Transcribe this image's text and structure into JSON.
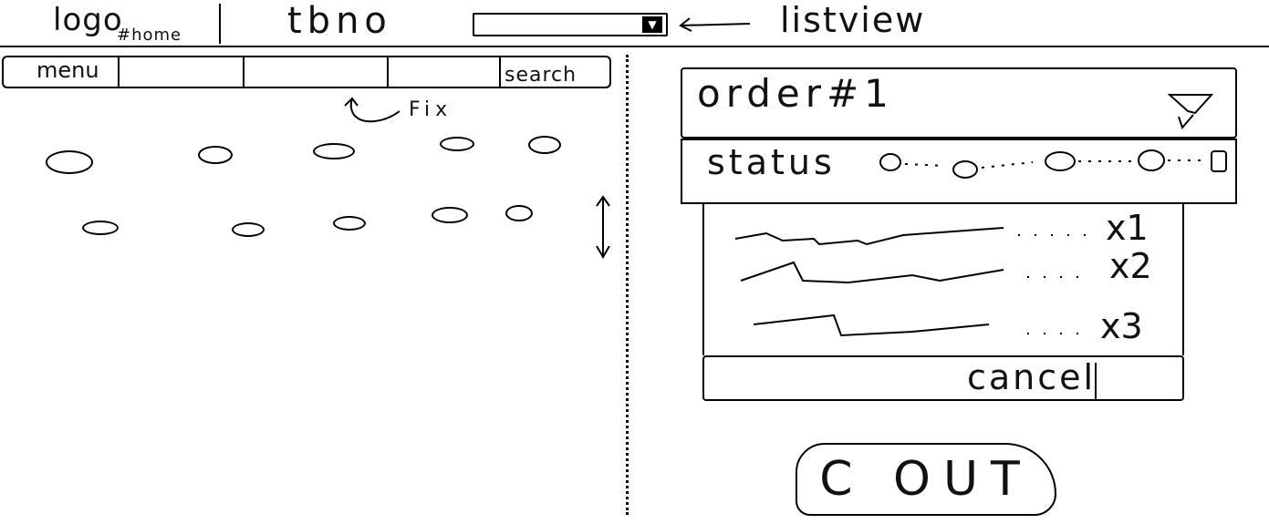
{
  "header": {
    "logo": "logo",
    "home_link": "#home",
    "tbno": "tbno",
    "listview_label": "listview"
  },
  "menubar": {
    "menu_label": "menu",
    "search_label": "search",
    "fix_note": "Fix"
  },
  "order_panel": {
    "title": "order#1",
    "status_label": "status",
    "status_steps": 5,
    "items": [
      {
        "qty": "x1"
      },
      {
        "qty": "x2"
      },
      {
        "qty": "x3"
      }
    ],
    "cancel_label": "cancel"
  },
  "checkout": {
    "label": "C OUT"
  }
}
